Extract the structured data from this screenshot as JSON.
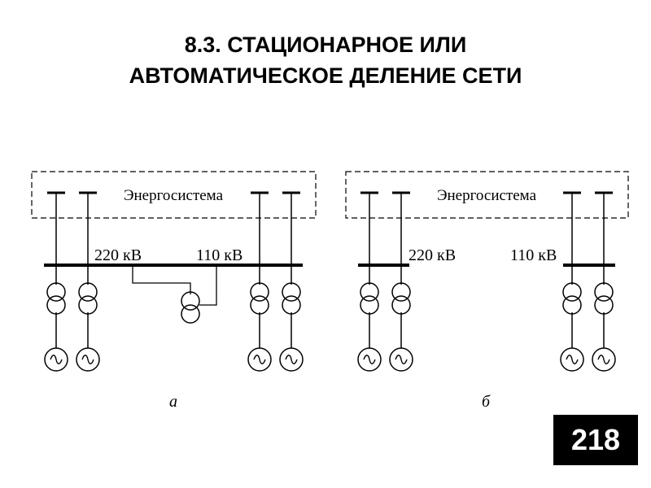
{
  "title": {
    "line1": "8.3. СТАЦИОНАРНОЕ ИЛИ",
    "line2": "АВТОМАТИЧЕСКОЕ ДЕЛЕНИЕ СЕТИ"
  },
  "diagram_a": {
    "system_label": "Энергосистема",
    "bus_220_label": "220 кВ",
    "bus_110_label": "110 кВ",
    "caption": "а"
  },
  "diagram_b": {
    "system_label": "Энергосистема",
    "bus_220_label": "220 кВ",
    "bus_110_label": "110 кВ",
    "caption": "б"
  },
  "page_number": "218",
  "icons": [
    "transformer-icon",
    "generator-icon",
    "autotransformer-icon"
  ]
}
